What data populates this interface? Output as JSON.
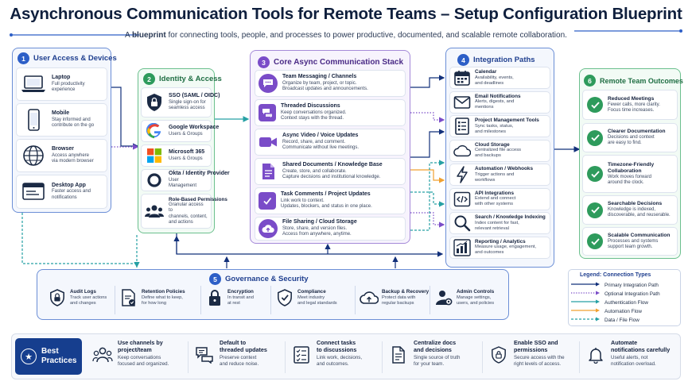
{
  "header": {
    "title": "Asynchronous Communication Tools for Remote Teams – Setup Configuration Blueprint",
    "subtitle_prefix": "A ",
    "subtitle_bold": "blueprint",
    "subtitle_rest": " for connecting tools, people, and processes to power productive, documented, and scalable remote collaboration."
  },
  "colors": {
    "blue": "#2d5fc7",
    "green": "#2e9b5c",
    "purple": "#7a4cc8",
    "teal": "#26a0a4",
    "orange": "#f0a030",
    "navy": "#12307a"
  },
  "section1": {
    "num": "1",
    "title": "User Access & Devices",
    "items": [
      {
        "icon": "laptop-icon",
        "title": "Laptop",
        "desc": "Full productivity\nexperience"
      },
      {
        "icon": "mobile-icon",
        "title": "Mobile",
        "desc": "Stay informed and\ncontribute on the go"
      },
      {
        "icon": "globe-icon",
        "title": "Browser",
        "desc": "Access anywhere\nvia modern browser"
      },
      {
        "icon": "desktop-app-icon",
        "title": "Desktop App",
        "desc": "Faster access and\nnotifications"
      }
    ]
  },
  "section2": {
    "num": "2",
    "title": "Identity & Access",
    "items": [
      {
        "icon": "lock-shield-icon",
        "title": "SSO (SAML / OIDC)",
        "desc": "Single sign-on for\nseamless access"
      },
      {
        "icon": "google-icon",
        "title": "Google Workspace",
        "desc": "Users & Groups"
      },
      {
        "icon": "microsoft-icon",
        "title": "Microsoft 365",
        "desc": "Users & Groups"
      },
      {
        "icon": "okta-icon",
        "title": "Okta / Identity Provider",
        "desc": "User Management"
      },
      {
        "icon": "users-icon",
        "title": "Role-Based Permissions",
        "desc": "Granular access to\nchannels, content,\nand actions"
      }
    ]
  },
  "section3": {
    "num": "3",
    "title": "Core Async Communication Stack",
    "items": [
      {
        "icon": "chat-icon",
        "title": "Team Messaging / Channels",
        "desc": "Organize by team, project, or topic.\nBroadcast updates and announcements."
      },
      {
        "icon": "thread-icon",
        "title": "Threaded Discussions",
        "desc": "Keep conversations organized.\nContext stays with the thread."
      },
      {
        "icon": "video-icon",
        "title": "Async Video / Voice Updates",
        "desc": "Record, share, and comment.\nCommunicate without live meetings."
      },
      {
        "icon": "document-icon",
        "title": "Shared Documents / Knowledge Base",
        "desc": "Create, store, and collaborate.\nCapture decisions and institutional knowledge."
      },
      {
        "icon": "task-check-icon",
        "title": "Task Comments / Project Updates",
        "desc": "Link work to context.\nUpdates, blockers, and status in one place."
      },
      {
        "icon": "cloud-upload-icon",
        "title": "File Sharing / Cloud Storage",
        "desc": "Store, share, and version files.\nAccess from anywhere, anytime."
      }
    ]
  },
  "section4": {
    "num": "4",
    "title": "Integration Paths",
    "items": [
      {
        "icon": "calendar-icon",
        "title": "Calendar",
        "desc": "Availability, events,\nand deadlines"
      },
      {
        "icon": "email-icon",
        "title": "Email Notifications",
        "desc": "Alerts, digests, and\nmentions"
      },
      {
        "icon": "kanban-icon",
        "title": "Project Management Tools",
        "desc": "Sync tasks, status,\nand milestones"
      },
      {
        "icon": "cloud-icon",
        "title": "Cloud Storage",
        "desc": "Centralized file access\nand backups"
      },
      {
        "icon": "lightning-icon",
        "title": "Automation / Webhooks",
        "desc": "Trigger actions and\nworkflows"
      },
      {
        "icon": "code-icon",
        "title": "API Integrations",
        "desc": "Extend and connect\nwith other systems"
      },
      {
        "icon": "search-icon",
        "title": "Search / Knowledge Indexing",
        "desc": "Index content for fast,\nrelevant retrieval"
      },
      {
        "icon": "bar-chart-icon",
        "title": "Reporting / Analytics",
        "desc": "Measure usage, engagement,\nand outcomes"
      }
    ]
  },
  "section5": {
    "num": "5",
    "title": "Governance & Security",
    "items": [
      {
        "icon": "lock-shield-icon",
        "title": "Audit Logs",
        "desc": "Track user actions\nand changes"
      },
      {
        "icon": "policy-document-icon",
        "title": "Retention Policies",
        "desc": "Define what to keep,\nfor how long"
      },
      {
        "icon": "padlock-icon",
        "title": "Encryption",
        "desc": "In transit and\nat rest"
      },
      {
        "icon": "compliance-shield-icon",
        "title": "Compliance",
        "desc": "Meet industry\nand legal standards"
      },
      {
        "icon": "cloud-backup-icon",
        "title": "Backup & Recovery",
        "desc": "Protect data with\nregular backups"
      },
      {
        "icon": "admin-icon",
        "title": "Admin Controls",
        "desc": "Manage settings,\nusers, and policies"
      }
    ]
  },
  "section6": {
    "num": "6",
    "title": "Remote Team Outcomes",
    "items": [
      {
        "title": "Reduced Meetings",
        "desc": "Fewer calls, more clarity.\nFocus time increases."
      },
      {
        "title": "Clearer Documentation",
        "desc": "Decisions and context\nare easy to find."
      },
      {
        "title": "Timezone-Friendly\nCollaboration",
        "desc": "Work moves forward\naround the clock."
      },
      {
        "title": "Searchable Decisions",
        "desc": "Knowledge is indexed,\ndiscoverable, and reuserable."
      },
      {
        "title": "Scalable Communication",
        "desc": "Processes and systems\nsupport team growth."
      }
    ]
  },
  "legend": {
    "title": "Legend: Connection Types",
    "items": [
      {
        "label": "Primary Integration Path",
        "color": "#12307a",
        "style": "solid"
      },
      {
        "label": "Optional Integration Path",
        "color": "#7a4cc8",
        "style": "dotted"
      },
      {
        "label": "Authentication Flow",
        "color": "#26a0a4",
        "style": "solid"
      },
      {
        "label": "Automation Flow",
        "color": "#f0a030",
        "style": "solid"
      },
      {
        "label": "Data / File Flow",
        "color": "#26a0a4",
        "style": "dashed"
      }
    ]
  },
  "best_practices": {
    "label": "Best\nPractices",
    "items": [
      {
        "icon": "team-icon",
        "title": "Use channels by\nproject/team",
        "desc": "Keep conversations\nfocused and organized."
      },
      {
        "icon": "thread-bubble-icon",
        "title": "Default to\nthreaded updates",
        "desc": "Preserve context\nand reduce noise."
      },
      {
        "icon": "checklist-icon",
        "title": "Connect tasks\nto discussions",
        "desc": "Link work, decisions,\nand outcomes."
      },
      {
        "icon": "docs-icon",
        "title": "Centralize docs\nand decisions",
        "desc": "Single source of truth\nfor your team."
      },
      {
        "icon": "shield-lock-icon",
        "title": "Enable SSO and\npermissions",
        "desc": "Secure access with the\nright levels of access."
      },
      {
        "icon": "bell-icon",
        "title": "Automate\nnotifications carefully",
        "desc": "Useful alerts, not\nnotification overload."
      }
    ]
  }
}
